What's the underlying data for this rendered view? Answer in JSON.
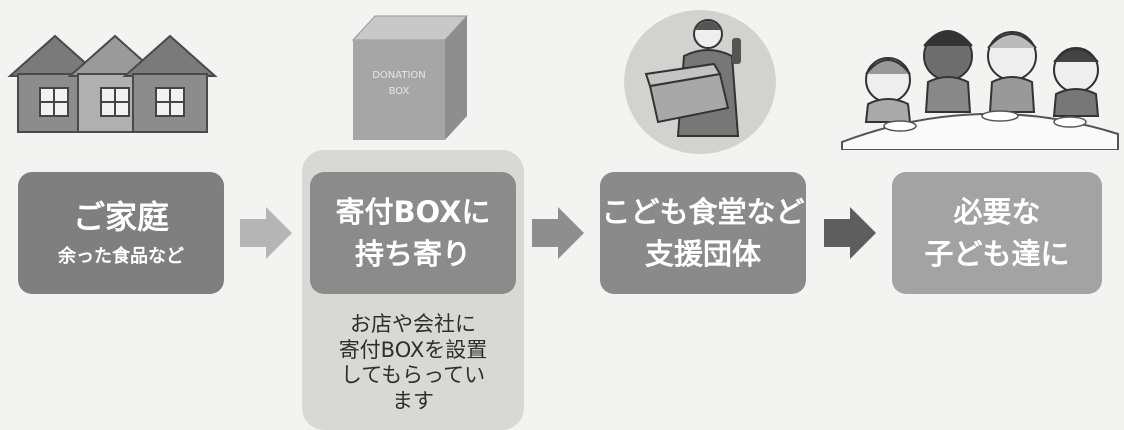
{
  "box_label": [
    "DONATION",
    "BOX"
  ],
  "steps": [
    {
      "title": "ご家庭",
      "subtitle": "余った食品など"
    },
    {
      "line1": "寄付BOXに",
      "line2": "持ち寄り"
    },
    {
      "line1": "こども食堂など",
      "line2": "支援団体"
    },
    {
      "line1": "必要な",
      "line2": "子ども達に"
    }
  ],
  "note_lines": [
    "お店や会社に",
    "寄付BOXを設置",
    "してもらってい",
    "ます"
  ],
  "colors": {
    "box1": "#7f7f7f",
    "box2": "#8b8b8b",
    "box3": "#8a8a8a",
    "box4": "#a3a3a3",
    "highlight_panel": "#d8d8d4",
    "arrow1": "#b5b5b5",
    "arrow2": "#8e8e8e",
    "arrow3": "#5e5e5e"
  },
  "icons": [
    "houses-icon",
    "donation-box-icon",
    "volunteer-carrying-box-icon",
    "children-eating-icon",
    "arrow-right-icon"
  ]
}
